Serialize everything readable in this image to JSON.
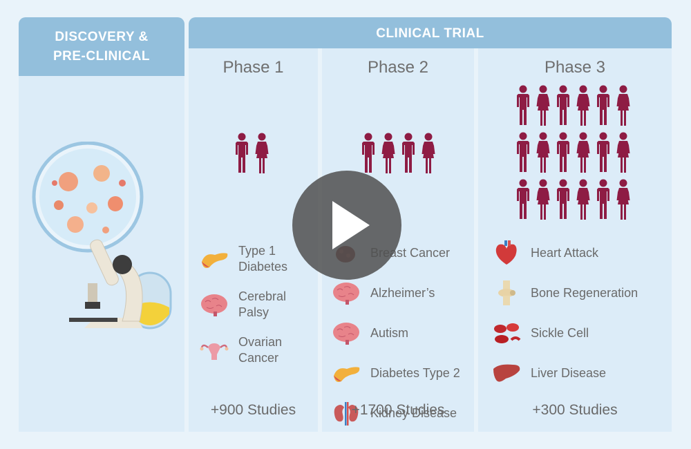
{
  "discovery": {
    "title": "DISCOVERY & PRE-CLINICAL"
  },
  "clinical": {
    "title": "CLINICAL TRIAL"
  },
  "phases": [
    {
      "title": "Phase 1",
      "studies": "+900 Studies",
      "participants_icons": 2,
      "conditions": [
        {
          "label": "Type 1 Diabetes",
          "icon": "pancreas-icon"
        },
        {
          "label": "Cerebral Palsy",
          "icon": "brain-icon"
        },
        {
          "label": "Ovarian Cancer",
          "icon": "uterus-icon"
        }
      ]
    },
    {
      "title": "Phase 2",
      "studies": "+1700 Studies",
      "participants_icons": 4,
      "conditions": [
        {
          "label": "Breast Cancer",
          "icon": "tumor-icon"
        },
        {
          "label": "Alzheimer’s",
          "icon": "brain-icon"
        },
        {
          "label": "Autism",
          "icon": "brain-icon"
        },
        {
          "label": "Diabetes Type 2",
          "icon": "pancreas-icon"
        },
        {
          "label": "Kidney Disease",
          "icon": "kidney-icon"
        }
      ]
    },
    {
      "title": "Phase 3",
      "studies": "+300 Studies",
      "participants_icons": 18,
      "conditions": [
        {
          "label": "Heart Attack",
          "icon": "heart-icon"
        },
        {
          "label": "Bone Regeneration",
          "icon": "knee-joint-icon"
        },
        {
          "label": "Sickle Cell",
          "icon": "blood-cells-icon"
        },
        {
          "label": "Liver Disease",
          "icon": "liver-icon"
        }
      ]
    }
  ],
  "colors": {
    "header": "#93bfdc",
    "panel": "#dcecf8",
    "person": "#8e1c44",
    "text": "#6a6a6a"
  },
  "icons": {
    "lab": "microscope-petri-flask-illustration",
    "play": "play-button-icon"
  }
}
